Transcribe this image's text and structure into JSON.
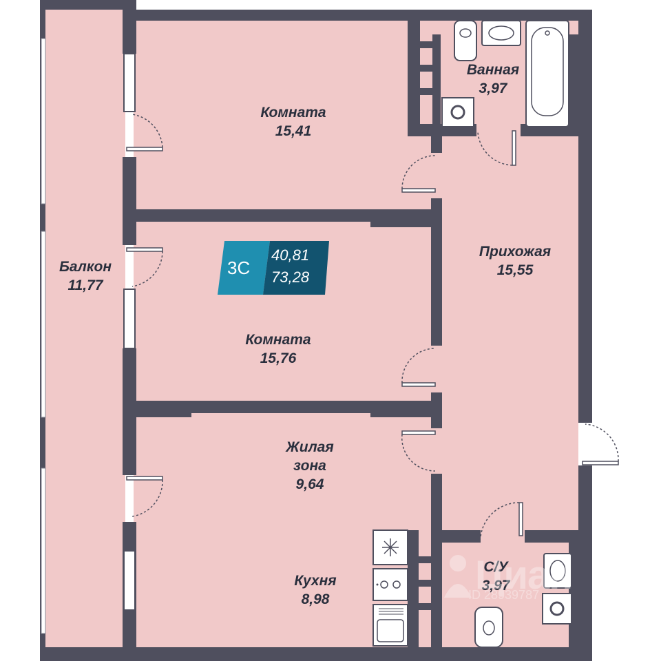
{
  "badge": {
    "type": "3С",
    "living_area": "40,81",
    "total_area": "73,28",
    "colors": {
      "left": "#1f8fb0",
      "right": "#12536f"
    }
  },
  "rooms": [
    {
      "id": "room-top",
      "lines": [
        "Комната",
        "15,41"
      ]
    },
    {
      "id": "bathroom",
      "lines": [
        "Ванная",
        "3,97"
      ]
    },
    {
      "id": "hallway",
      "lines": [
        "Прихожая",
        "15,55"
      ]
    },
    {
      "id": "balcony",
      "lines": [
        "Балкон",
        "11,77"
      ]
    },
    {
      "id": "room-middle",
      "lines": [
        "Комната",
        "15,76"
      ]
    },
    {
      "id": "living-zone",
      "lines": [
        "Жилая",
        "зона",
        "9,64"
      ]
    },
    {
      "id": "kitchen",
      "lines": [
        "Кухня",
        "8,98"
      ]
    },
    {
      "id": "toilet",
      "lines": [
        "С/У",
        "3,97"
      ]
    }
  ],
  "watermark": {
    "text": "Циан",
    "id_text": "ID 28939787"
  },
  "colors": {
    "wall": "#4f4f5e",
    "floor": "#f1c9c9",
    "text": "#2a2f3d"
  }
}
